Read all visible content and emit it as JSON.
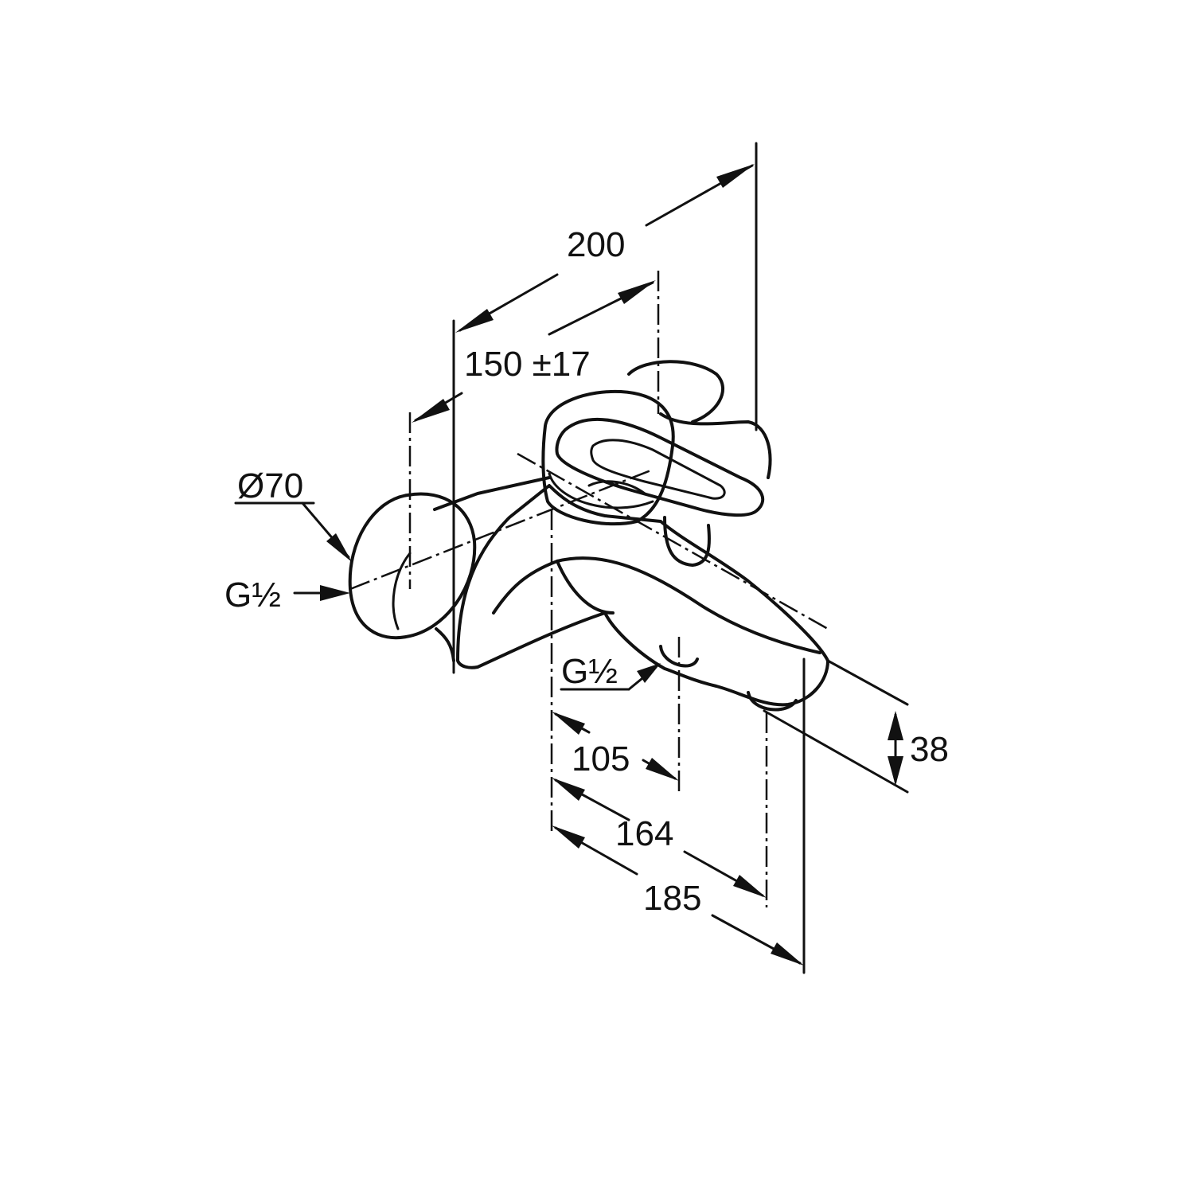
{
  "dimensions": {
    "d200": "200",
    "d150": "150 ±17",
    "d70": "Ø70",
    "inlet_left": "G½",
    "outlet_bottom": "G½",
    "d105": "105",
    "d164": "164",
    "d185": "185",
    "d38": "38"
  },
  "colors": {
    "line": "#111111",
    "background": "#ffffff"
  }
}
